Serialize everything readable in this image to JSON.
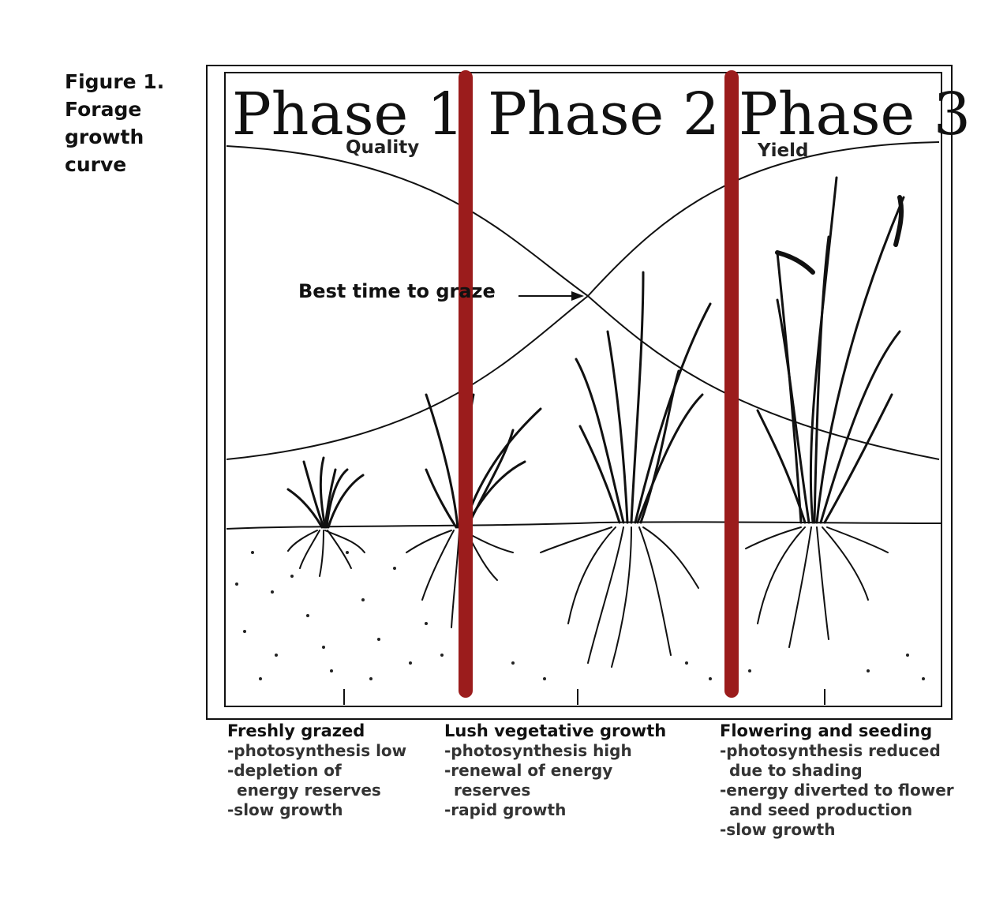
{
  "figure": {
    "label_lines": [
      "Figure 1.",
      "Forage",
      "growth",
      "curve"
    ]
  },
  "phases": [
    "Phase 1",
    "Phase 2",
    "Phase 3"
  ],
  "curves": {
    "quality_label": "Quality",
    "yield_label": "Yield"
  },
  "annotation": {
    "best_time": "Best time to graze"
  },
  "stages": [
    {
      "title": "Freshly grazed",
      "lines": [
        "-photosynthesis low",
        "-depletion of",
        "  energy reserves",
        "-slow growth"
      ]
    },
    {
      "title": "Lush vegetative growth",
      "lines": [
        "-photosynthesis high",
        "-renewal of energy",
        "  reserves",
        "-rapid growth"
      ]
    },
    {
      "title": "Flowering and seeding",
      "lines": [
        "-photosynthesis reduced",
        "  due to shading",
        "-energy diverted to flower",
        "  and seed production",
        "-slow growth"
      ]
    }
  ],
  "colors": {
    "divider": "#9b1c1c",
    "ink": "#111111"
  }
}
